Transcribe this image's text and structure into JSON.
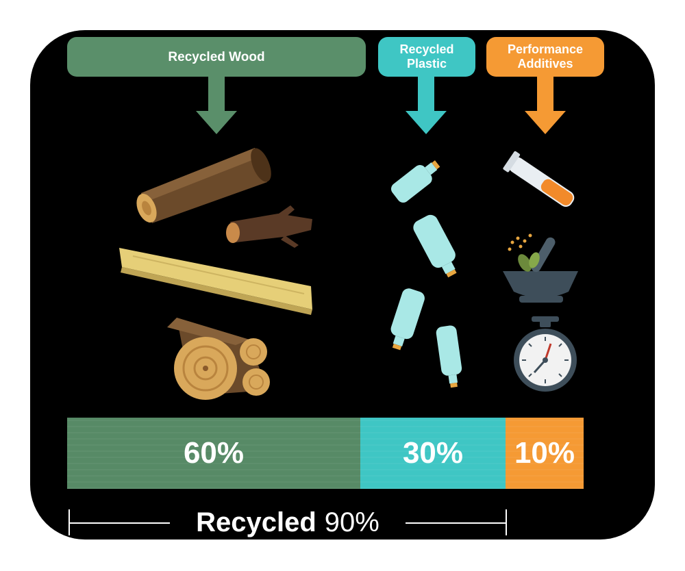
{
  "headers": {
    "wood": "Recycled Wood",
    "plastic": "Recycled Plastic",
    "additives": "Performance Additives"
  },
  "bars": [
    {
      "name": "Recycled Wood",
      "label": "60%",
      "value": 60,
      "color": "#578a66"
    },
    {
      "name": "Recycled Plastic",
      "label": "30%",
      "value": 30,
      "color": "#3fc6c4"
    },
    {
      "name": "Performance Additives",
      "label": "10%",
      "value": 10,
      "color": "#f59a34"
    }
  ],
  "recycled": {
    "word": "Recycled",
    "value": "90%"
  },
  "colors": {
    "background": "#000000",
    "wood": "#5a8f6a",
    "plastic": "#3fc6c4",
    "additives": "#f59a34"
  },
  "icons": [
    "log-icon",
    "branch-icon",
    "plank-icon",
    "log-pile-icon",
    "plastic-bottle-icon",
    "test-tube-icon",
    "mortar-pestle-icon",
    "stopwatch-icon"
  ]
}
